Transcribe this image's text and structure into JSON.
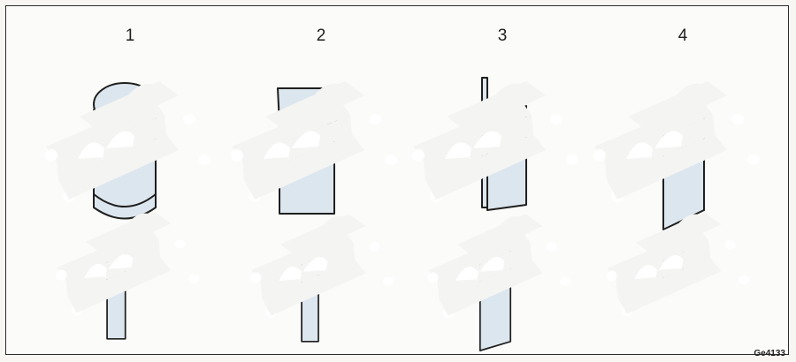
{
  "columns": [
    {
      "label": "1",
      "profile": "round-tube"
    },
    {
      "label": "2",
      "profile": "square-tube"
    },
    {
      "label": "3",
      "profile": "angle-iron"
    },
    {
      "label": "4",
      "profile": "flat-bar"
    }
  ],
  "figure_code": "Ge4133",
  "colors": {
    "line": "#1f1f1f",
    "pipe_fill": "#dce6ee",
    "frame": "#2b2b2b"
  }
}
